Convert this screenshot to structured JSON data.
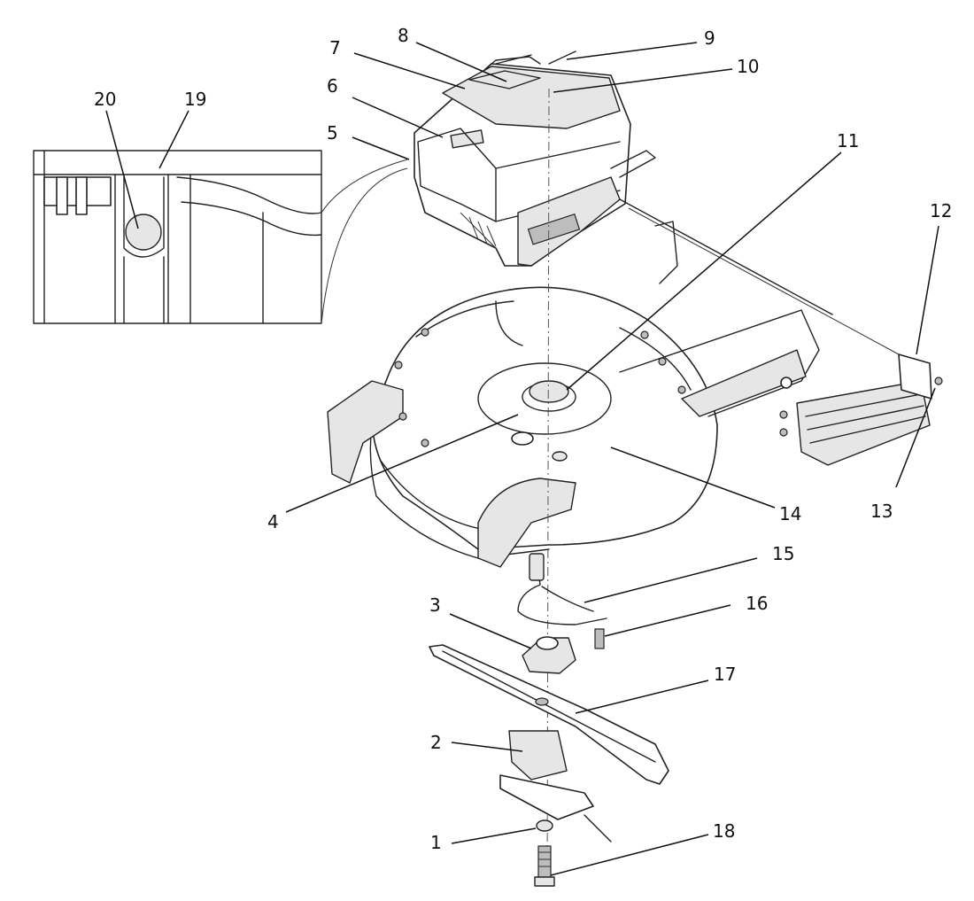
{
  "callouts": [
    {
      "id": "c1",
      "number": "1"
    },
    {
      "id": "c2",
      "number": "2"
    },
    {
      "id": "c3",
      "number": "3"
    },
    {
      "id": "c4",
      "number": "4"
    },
    {
      "id": "c5",
      "number": "5"
    },
    {
      "id": "c6",
      "number": "6"
    },
    {
      "id": "c7",
      "number": "7"
    },
    {
      "id": "c8",
      "number": "8"
    },
    {
      "id": "c9",
      "number": "9"
    },
    {
      "id": "c10",
      "number": "10"
    },
    {
      "id": "c11",
      "number": "11"
    },
    {
      "id": "c12",
      "number": "12"
    },
    {
      "id": "c13",
      "number": "13"
    },
    {
      "id": "c14",
      "number": "14"
    },
    {
      "id": "c15",
      "number": "15"
    },
    {
      "id": "c16",
      "number": "16"
    },
    {
      "id": "c17",
      "number": "17"
    },
    {
      "id": "c18",
      "number": "18"
    },
    {
      "id": "c19",
      "number": "19"
    },
    {
      "id": "c20",
      "number": "20"
    }
  ]
}
